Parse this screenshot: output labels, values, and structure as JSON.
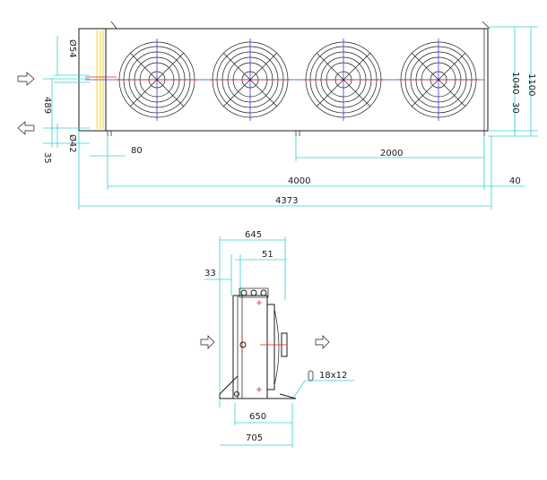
{
  "plan_view": {
    "fan_count": 4,
    "dims": {
      "d_inlet": "Ø54",
      "d_outlet": "Ø42",
      "h_pipe_spacing": "489",
      "h_bottom_offset": "35",
      "w_edge": "80",
      "w_leg_spacing": "2000",
      "w_body": "4000",
      "w_total": "4373",
      "w_end": "40",
      "h_total": "1100",
      "h_body": "1040",
      "h_foot": "30"
    }
  },
  "side_view": {
    "dims": {
      "top_width": "645",
      "top_offset": "51",
      "left_offset": "33",
      "base_inner": "650",
      "base_outer": "705",
      "slot": "18x12"
    }
  },
  "colors": {
    "dimension": "#34d0d0",
    "outline": "#1a1a1a",
    "centerline_blue": "#3b3bd6",
    "centerline_red": "#e02020",
    "header": "#e6c800"
  }
}
